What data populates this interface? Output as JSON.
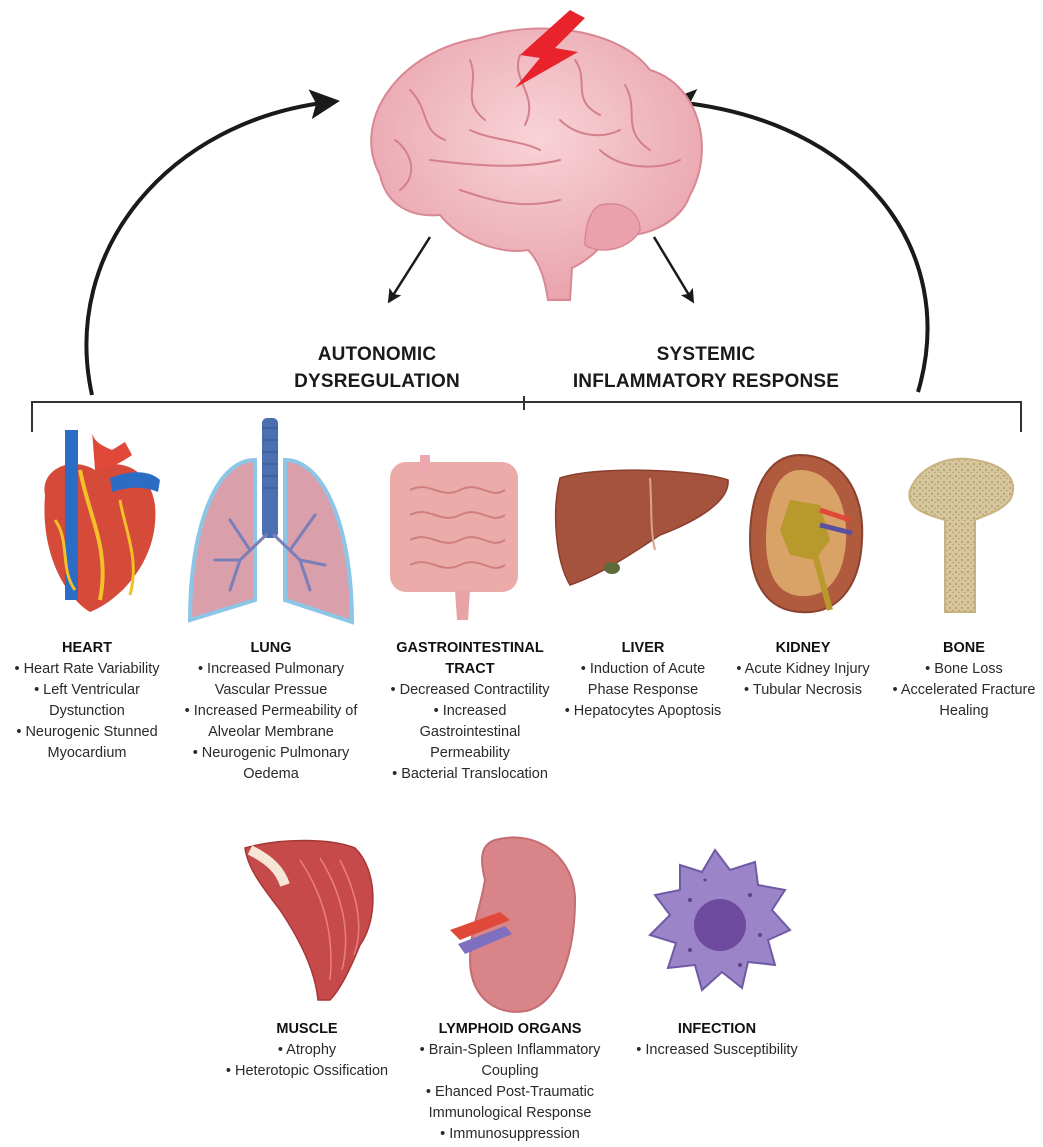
{
  "headings": {
    "left": [
      "AUTONOMIC",
      "DYSREGULATION"
    ],
    "right": [
      "SYSTEMIC",
      "INFLAMMATORY RESPONSE"
    ]
  },
  "organs": [
    {
      "id": "heart",
      "name": [
        "HEART"
      ],
      "lines": [
        "• Heart Rate Variability",
        "• Left Ventricular",
        "Dystunction",
        "• Neurogenic Stunned",
        "Myocardium"
      ]
    },
    {
      "id": "lung",
      "name": [
        "LUNG"
      ],
      "lines": [
        "• Increased Pulmonary",
        "Vascular Pressue",
        "• Increased Permeability of",
        "Alveolar Membrane",
        "• Neurogenic Pulmonary",
        "Oedema"
      ]
    },
    {
      "id": "gi",
      "name": [
        "GASTROINTESTINAL",
        "TRACT"
      ],
      "lines": [
        "• Decreased Contractility",
        "• Increased",
        "Gastrointestinal",
        "Permeability",
        "• Bacterial Translocation"
      ]
    },
    {
      "id": "liver",
      "name": [
        "LIVER"
      ],
      "lines": [
        "• Induction of Acute",
        "Phase Response",
        "• Hepatocytes Apoptosis"
      ]
    },
    {
      "id": "kidney",
      "name": [
        "KIDNEY"
      ],
      "lines": [
        "• Acute Kidney Injury",
        "• Tubular Necrosis"
      ]
    },
    {
      "id": "bone",
      "name": [
        "BONE"
      ],
      "lines": [
        "• Bone Loss",
        "• Accelerated Fracture",
        "Healing"
      ]
    },
    {
      "id": "muscle",
      "name": [
        "MUSCLE"
      ],
      "lines": [
        "• Atrophy",
        "• Heterotopic Ossification"
      ]
    },
    {
      "id": "lymphoid",
      "name": [
        "LYMPHOID ORGANS"
      ],
      "lines": [
        "• Brain-Spleen Inflammatory",
        "Coupling",
        "• Ehanced Post-Traumatic",
        "Immunological Response",
        "• Immunosuppression"
      ]
    },
    {
      "id": "infection",
      "name": [
        "INFECTION"
      ],
      "lines": [
        "• Increased Susceptibility"
      ]
    }
  ],
  "colors": {
    "brain": "#f2b8c0",
    "lightning": "#e8232b",
    "arrow": "#1a1a1a"
  },
  "icons": [
    "brain-icon",
    "lightning-icon",
    "heart-icon",
    "lung-icon",
    "intestine-icon",
    "liver-icon",
    "kidney-icon",
    "bone-icon",
    "muscle-icon",
    "spleen-icon",
    "pathogen-cell-icon"
  ]
}
